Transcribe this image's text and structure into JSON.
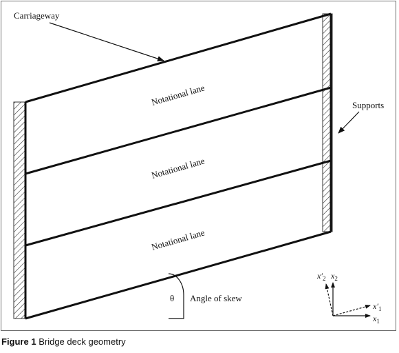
{
  "labels": {
    "carriageway": "Carriageway",
    "supports": "Supports",
    "lanes": [
      "Notational lane",
      "Notational lane",
      "Notational lane"
    ],
    "theta": "θ",
    "angle_of_skew": "Angle of skew"
  },
  "axes": {
    "x1": "x",
    "x1_sub": "1",
    "x2": "x",
    "x2_sub": "2",
    "x1_prime": "x′",
    "x1_prime_sub": "1",
    "x2_prime": "x′",
    "x2_prime_sub": "2"
  },
  "caption": {
    "number": "Figure 1",
    "text": "Bridge deck geometry"
  }
}
